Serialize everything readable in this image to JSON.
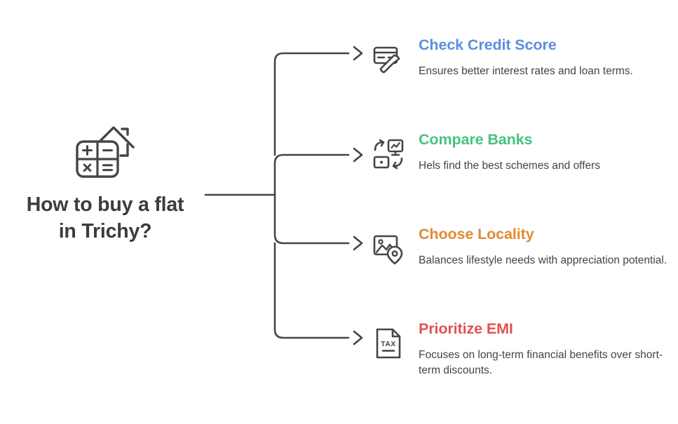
{
  "page": {
    "background_color": "#ffffff",
    "line_color": "#454545",
    "title_text_color": "#3c3c3c",
    "description_text_color": "#444444"
  },
  "root_node": {
    "title": "How to buy a flat in Trichy?",
    "title_line_1": "How to buy a flat",
    "title_line_2": "in Trichy?",
    "icon": "calculator-house-icon"
  },
  "branches": [
    {
      "id": "check-credit-score",
      "icon": "credit-card-phone-icon",
      "title": "Check Credit Score",
      "color": "#5b8ee0",
      "description": "Ensures better interest rates and loan terms."
    },
    {
      "id": "compare-banks",
      "icon": "compare-transfer-icon",
      "title": "Compare Banks",
      "color": "#45c47f",
      "description": "Hels find the best schemes and offers"
    },
    {
      "id": "choose-locality",
      "icon": "image-location-pin-icon",
      "title": "Choose Locality",
      "color": "#e08b35",
      "description": "Balances lifestyle needs with appreciation potential."
    },
    {
      "id": "prioritize-emi",
      "icon": "tax-document-icon",
      "title": "Prioritize EMI",
      "color": "#e05252",
      "description": "Focuses on long-term financial benefits over short-term discounts."
    }
  ]
}
